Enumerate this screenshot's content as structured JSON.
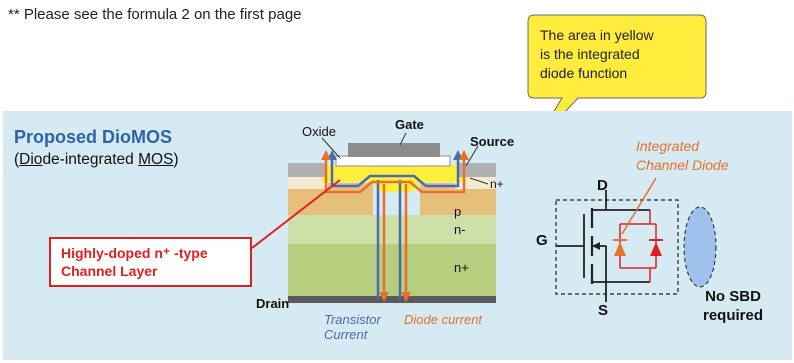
{
  "note": "** Please see the formula 2 on the first page",
  "callout": {
    "line1": "The area in yellow",
    "line2": "is the integrated",
    "line3": "diode function"
  },
  "title": "Proposed DioMOS",
  "subtitle": {
    "open": "(",
    "u1": "Dio",
    "mid": "de-integrated ",
    "u2": "MOS",
    "close": ")"
  },
  "labels": {
    "oxide": "Oxide",
    "gate": "Gate",
    "source": "Source",
    "n_plus_top": "n+",
    "p": "p",
    "n_minus": "n-",
    "n_plus_sub": "n+",
    "drain": "Drain",
    "transistor_current_1": "Transistor",
    "transistor_current_2": "Current",
    "diode_current": "Diode current",
    "integrated_1": "Integrated",
    "integrated_2": "Channel Diode",
    "d": "D",
    "g": "G",
    "s": "S",
    "no_sbd_1": "No SBD",
    "no_sbd_2": "required"
  },
  "redbox": {
    "line1": "Highly-doped n⁺ -type",
    "line2": "Channel Layer"
  },
  "colors": {
    "panel": "#d6eaf3",
    "title_blue": "#2e63a7",
    "transistor_blue": "#4a6bb0",
    "diode_orange": "#e8702a",
    "red": "#e02020",
    "yellow": "#ffef3a",
    "callout_fill": "#ffec3d"
  }
}
